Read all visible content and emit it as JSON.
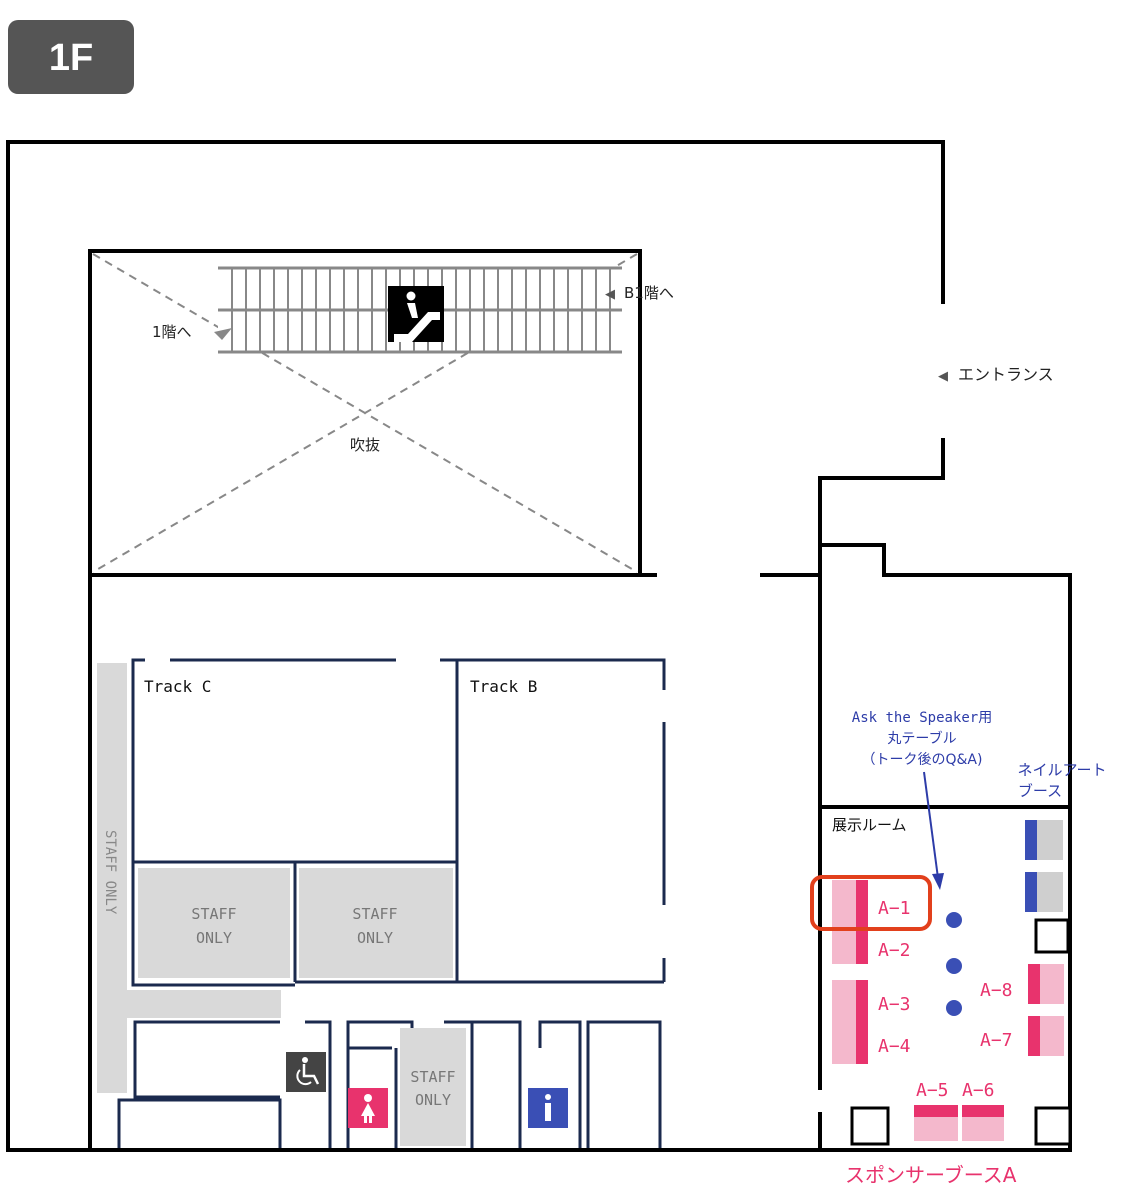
{
  "floor": {
    "label": "1F"
  },
  "labels": {
    "to_1f": "1階へ",
    "to_b1": "B1階へ",
    "atrium": "吹抜",
    "entrance": "エントランス",
    "track_c": "Track C",
    "track_b": "Track B",
    "staff_only_vertical": "STAFF ONLY",
    "staff_only_1_l1": "STAFF",
    "staff_only_1_l2": "ONLY",
    "staff_only_2_l1": "STAFF",
    "staff_only_2_l2": "ONLY",
    "staff_only_3_l1": "STAFF",
    "staff_only_3_l2": "ONLY",
    "exhibit_room": "展示ルーム",
    "ask_line1": "Ask the Speaker用",
    "ask_line2": "丸テーブル",
    "ask_line3": "（トーク後のQ&A)",
    "nail_line1": "ネイルアート",
    "nail_line2": "ブース",
    "sponsor_booth": "スポンサーブースA",
    "arrow_left": "◀"
  },
  "booths": [
    {
      "id": "A-1",
      "label": "A−1",
      "highlighted": true
    },
    {
      "id": "A-2",
      "label": "A−2",
      "highlighted": false
    },
    {
      "id": "A-3",
      "label": "A−3",
      "highlighted": false
    },
    {
      "id": "A-4",
      "label": "A−4",
      "highlighted": false
    },
    {
      "id": "A-5",
      "label": "A−5",
      "highlighted": false
    },
    {
      "id": "A-6",
      "label": "A−6",
      "highlighted": false
    },
    {
      "id": "A-7",
      "label": "A−7",
      "highlighted": false
    },
    {
      "id": "A-8",
      "label": "A−8",
      "highlighted": false
    }
  ],
  "icons": {
    "escalator": "escalator-icon",
    "wheelchair": "wheelchair-icon",
    "restroom_female": "female-restroom-icon",
    "information": "information-icon"
  },
  "colors": {
    "badge_bg": "#555555",
    "wall": "#000000",
    "navy_wall": "#1b2a4e",
    "staff_gray": "#d9d9d9",
    "booth_magenta": "#e8336d",
    "booth_pink": "#f4b8cc",
    "table_blue": "#3a4fb5",
    "highlight_red": "#e2401c",
    "toilet_pink": "#e8336d",
    "info_blue": "#3a4fb5"
  }
}
